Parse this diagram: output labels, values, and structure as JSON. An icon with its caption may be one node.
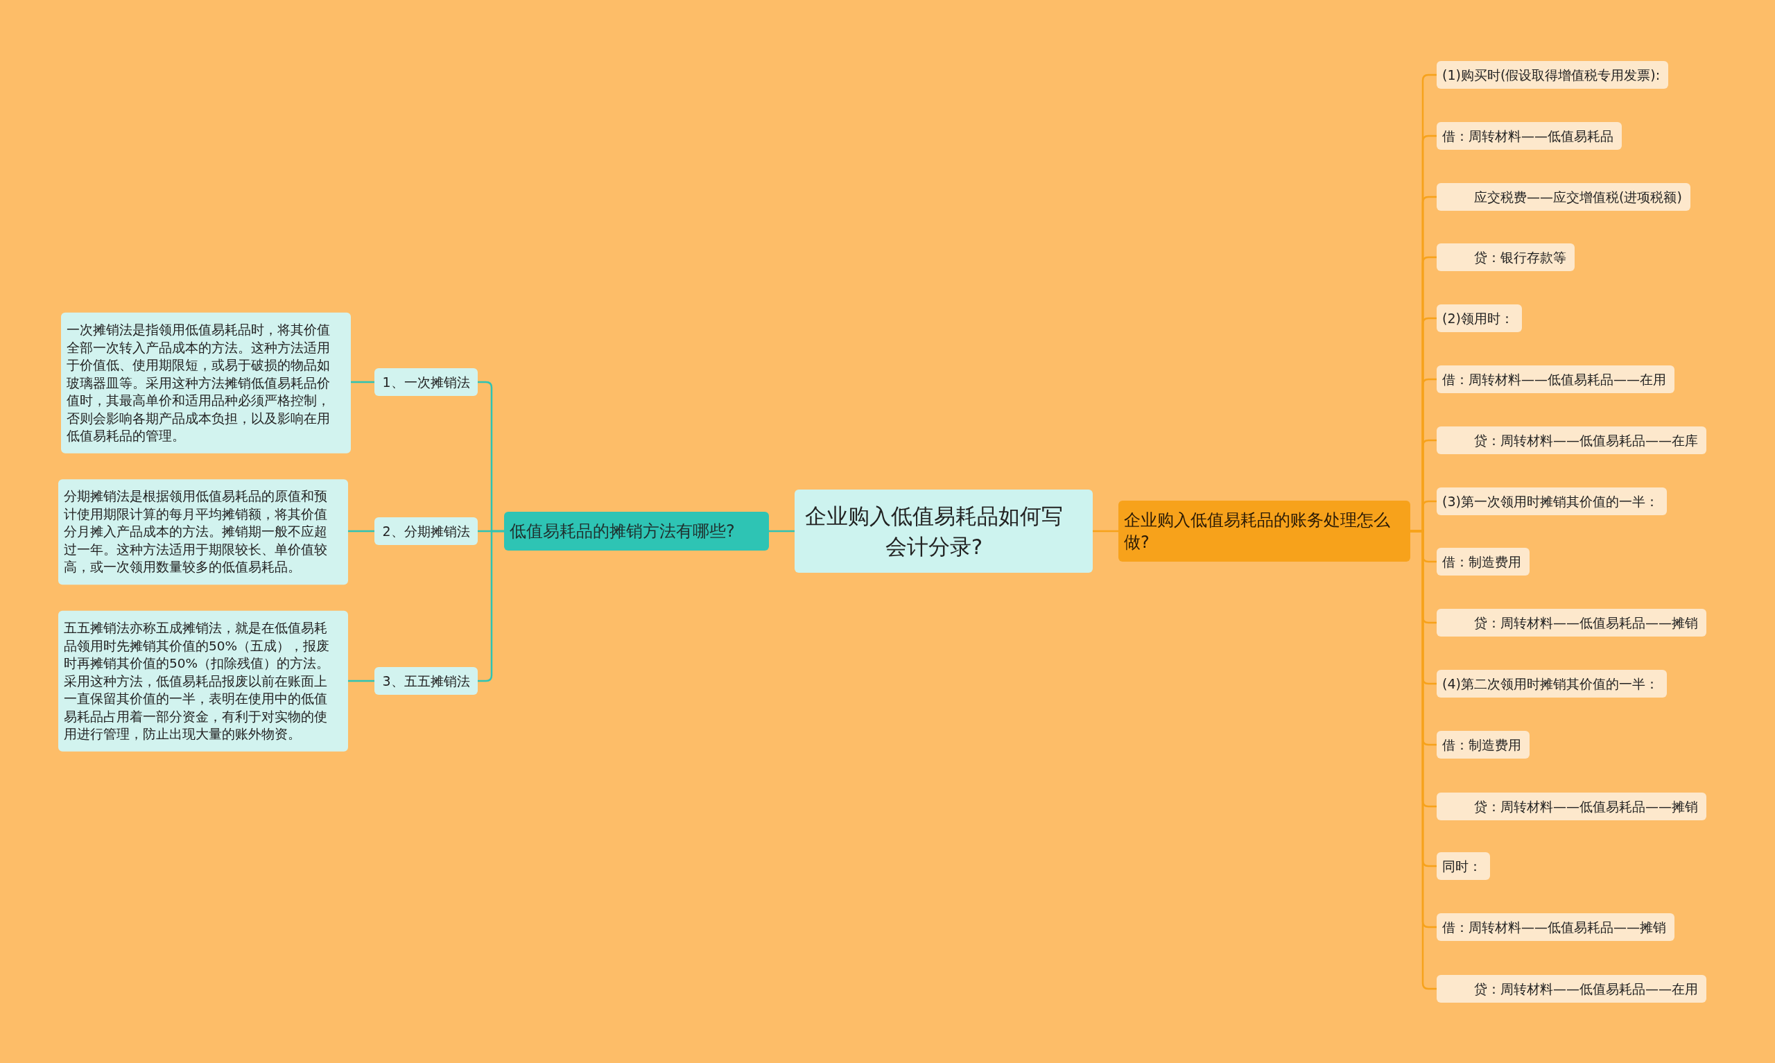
{
  "diagram": {
    "nodes": [
      {
        "text": [
          "企业购入低值易耗品如何写会计分录?"
        ]
      },
      {
        "text": [
          "低值易耗品的摊销方法有哪些?"
        ]
      },
      {
        "text": [
          "1、一次摊销法"
        ]
      },
      {
        "text": [
          "一次摊销法是指领用低值易耗品时，将其价值全部一次转入产品成本的方法。这种方法适用于价值低、使用期限短，或易于破损的物品如玻璃器皿等。采用这种方法摊销低值易耗品价值时，其最高单价和适用品种必须严格控制，否则会影响各期产品成本负担，以及影响在用低值易耗品的管理。"
        ]
      },
      {
        "text": [
          "2、分期摊销法"
        ]
      },
      {
        "text": [
          "分期摊销法是根据领用低值易耗品的原值和预计使用期限计算的每月平均摊销额，将其价值分月摊入产品成本的方法。摊销期一般不应超过一年。这种方法适用于期限较长、单价值较高，或一次领用数量较多的低值易耗品。"
        ]
      },
      {
        "text": [
          "3、五五摊销法"
        ]
      },
      {
        "text": [
          "五五摊销法亦称五成摊销法，就是在低值易耗品领用时先摊销其价值的50%（五成），报废时再摊销其价值的50%（扣除残值）的方法。采用这种方法，低值易耗品报废以前在账面上一直保留其价值的一半，表明在使用中的低值易耗品占用着一部分资金，有利于对实物的使用进行管理，防止出现大量的账外物资。"
        ]
      },
      {
        "text": [
          "企业购入低值易耗品的账务处理怎么做?"
        ]
      },
      {
        "text": [
          "(1)购买时(假设取得增值税专用发票):"
        ]
      },
      {
        "text": [
          "借：周转材料——低值易耗品"
        ]
      },
      {
        "text": [
          "应交税费——应交增值税(进项税额)"
        ]
      },
      {
        "text": [
          "贷：银行存款等"
        ]
      },
      {
        "text": [
          "(2)领用时："
        ]
      },
      {
        "text": [
          "借：周转材料——低值易耗品——在用"
        ]
      },
      {
        "text": [
          "贷：周转材料——低值易耗品——在库"
        ]
      },
      {
        "text": [
          "(3)第一次领用时摊销其价值的一半："
        ]
      },
      {
        "text": [
          "借：制造费用"
        ]
      },
      {
        "text": [
          "贷：周转材料——低值易耗品——摊销"
        ]
      },
      {
        "text": [
          "(4)第二次领用时摊销其价值的一半："
        ]
      },
      {
        "text": [
          "借：制造费用"
        ]
      },
      {
        "text": [
          "贷：周转材料——低值易耗品——摊销"
        ]
      },
      {
        "text": [
          "同时："
        ]
      },
      {
        "text": [
          "借：周转材料——低值易耗品——摊销"
        ]
      },
      {
        "text": [
          "贷：周转材料——低值易耗品——在用"
        ]
      }
    ],
    "edges": [
      {
        "from": 0,
        "to": 1,
        "arrow": "none",
        "color": "#2ec4b4"
      },
      {
        "from": 1,
        "to": 2,
        "arrow": "none",
        "color": "#2ec4b4"
      },
      {
        "from": 1,
        "to": 4,
        "arrow": "none",
        "color": "#2ec4b4"
      },
      {
        "from": 1,
        "to": 6,
        "arrow": "none",
        "color": "#2ec4b4"
      },
      {
        "from": 2,
        "to": 3,
        "arrow": "none",
        "color": "#2ec4b4"
      },
      {
        "from": 4,
        "to": 5,
        "arrow": "none",
        "color": "#2ec4b4"
      },
      {
        "from": 6,
        "to": 7,
        "arrow": "none",
        "color": "#2ec4b4"
      },
      {
        "from": 0,
        "to": 8,
        "arrow": "none"
      },
      {
        "from": 8,
        "to": 9,
        "arrow": "none"
      },
      {
        "from": 8,
        "to": 10,
        "arrow": "none"
      },
      {
        "from": 8,
        "to": 11,
        "arrow": "none"
      },
      {
        "from": 8,
        "to": 12,
        "arrow": "none"
      },
      {
        "from": 8,
        "to": 13,
        "arrow": "none"
      },
      {
        "from": 8,
        "to": 14,
        "arrow": "none"
      },
      {
        "from": 8,
        "to": 15,
        "arrow": "none"
      },
      {
        "from": 8,
        "to": 16,
        "arrow": "none"
      },
      {
        "from": 8,
        "to": 17,
        "arrow": "none"
      },
      {
        "from": 8,
        "to": 18,
        "arrow": "none"
      },
      {
        "from": 8,
        "to": 19,
        "arrow": "none"
      },
      {
        "from": 8,
        "to": 20,
        "arrow": "none"
      },
      {
        "from": 8,
        "to": 21,
        "arrow": "none"
      },
      {
        "from": 8,
        "to": 22,
        "arrow": "none"
      },
      {
        "from": 8,
        "to": 23,
        "arrow": "none"
      },
      {
        "from": 8,
        "to": 24,
        "arrow": "none"
      }
    ]
  }
}
